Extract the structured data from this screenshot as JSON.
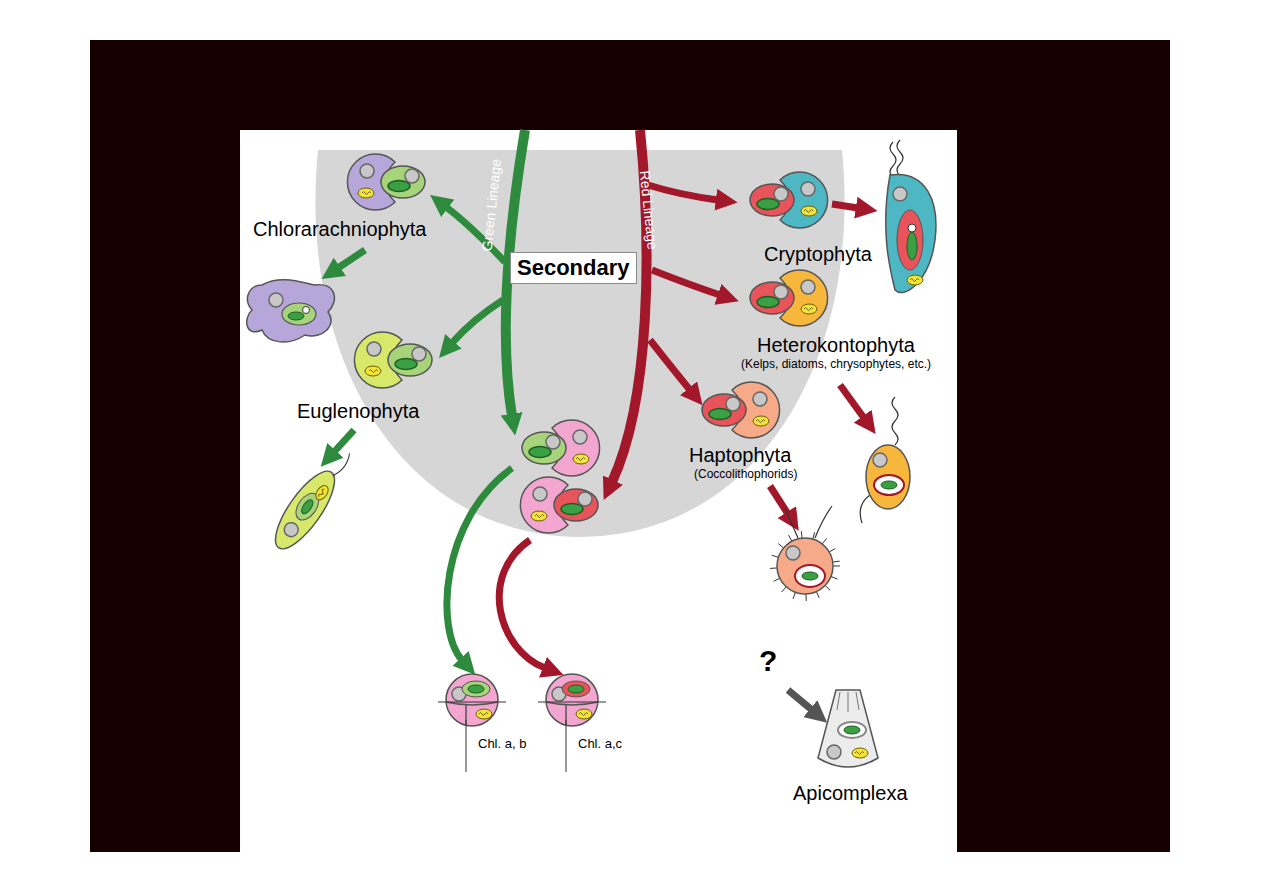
{
  "diagram": {
    "nodes": [
      {
        "text": [
          "Secondary"
        ]
      }
    ],
    "labels": [
      "Chlorarachniophyta",
      "Green Lineage",
      "Red Lineage",
      "Cryptophyta",
      "Heterokontophyta",
      "(Kelps, diatoms, chrysophytes, etc.)",
      "Euglenophyta",
      "Haptophyta",
      "(Coccolithophorids)",
      "Chl. a, b",
      "Chl. a,c",
      "?",
      "Apicomplexa"
    ]
  }
}
